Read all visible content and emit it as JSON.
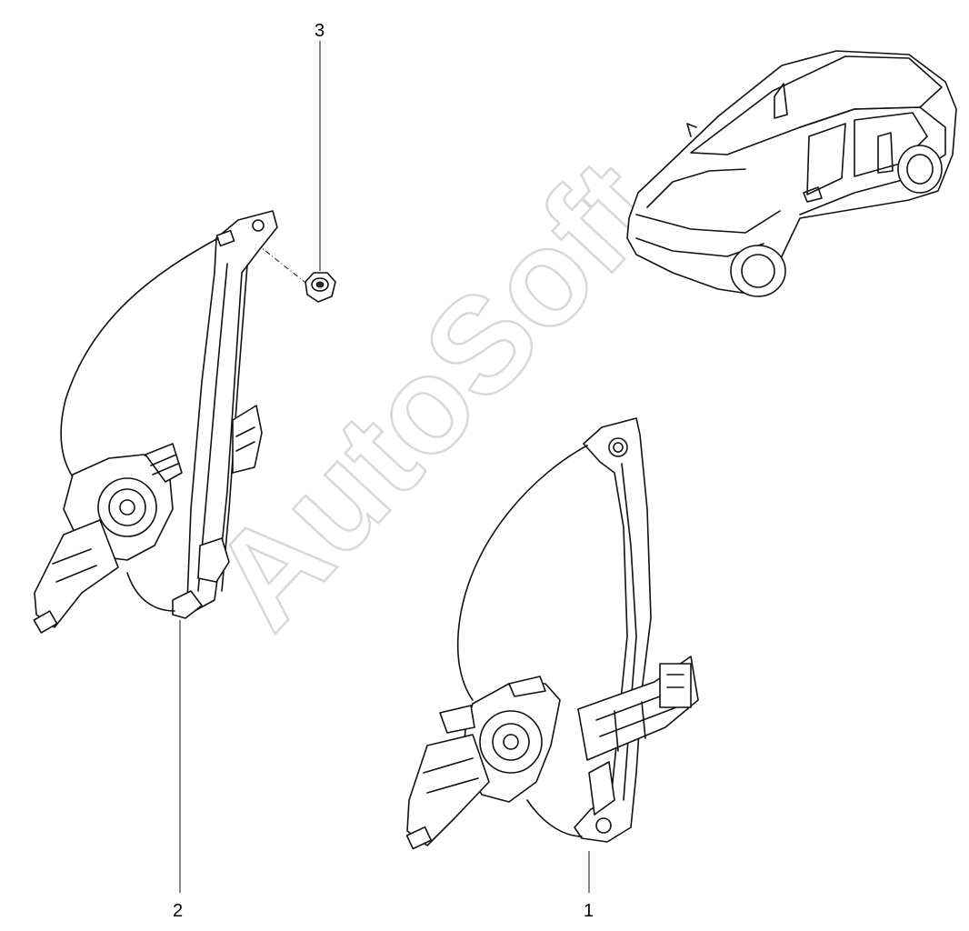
{
  "watermark": "AutoSoft",
  "callouts": [
    {
      "id": "1",
      "label": "1"
    },
    {
      "id": "2",
      "label": "2"
    },
    {
      "id": "3",
      "label": "3"
    }
  ],
  "icons": [
    "window-regulator-front-icon",
    "window-regulator-rear-icon",
    "nut-icon",
    "car-sedan-icon"
  ],
  "colors": {
    "line": "#111111",
    "background": "#ffffff",
    "watermark": "#d8d8d8"
  }
}
